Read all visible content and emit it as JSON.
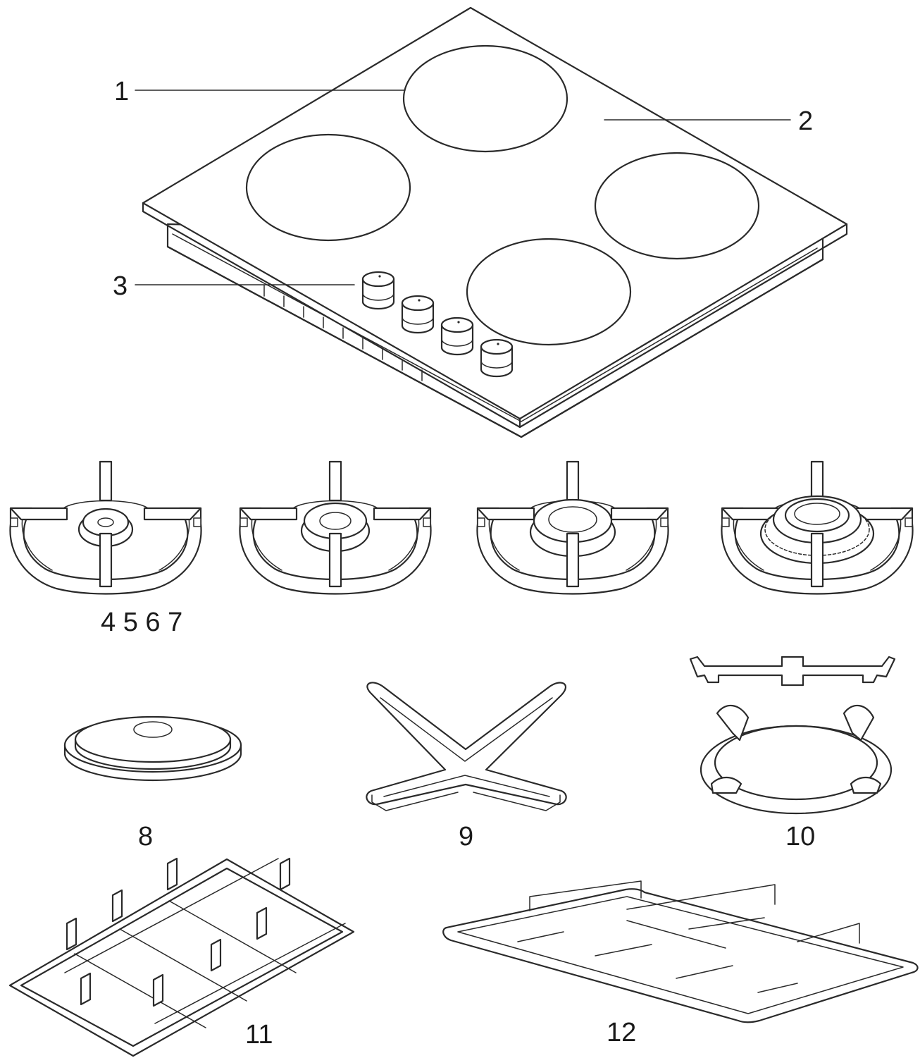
{
  "labels": {
    "l1": "1",
    "l2": "2",
    "l3": "3",
    "l4567": "4 5 6 7",
    "l8": "8",
    "l9": "9",
    "l10": "10",
    "l11": "11",
    "l12": "12"
  },
  "colors": {
    "line": "#2a2a2a",
    "background": "#ffffff"
  }
}
